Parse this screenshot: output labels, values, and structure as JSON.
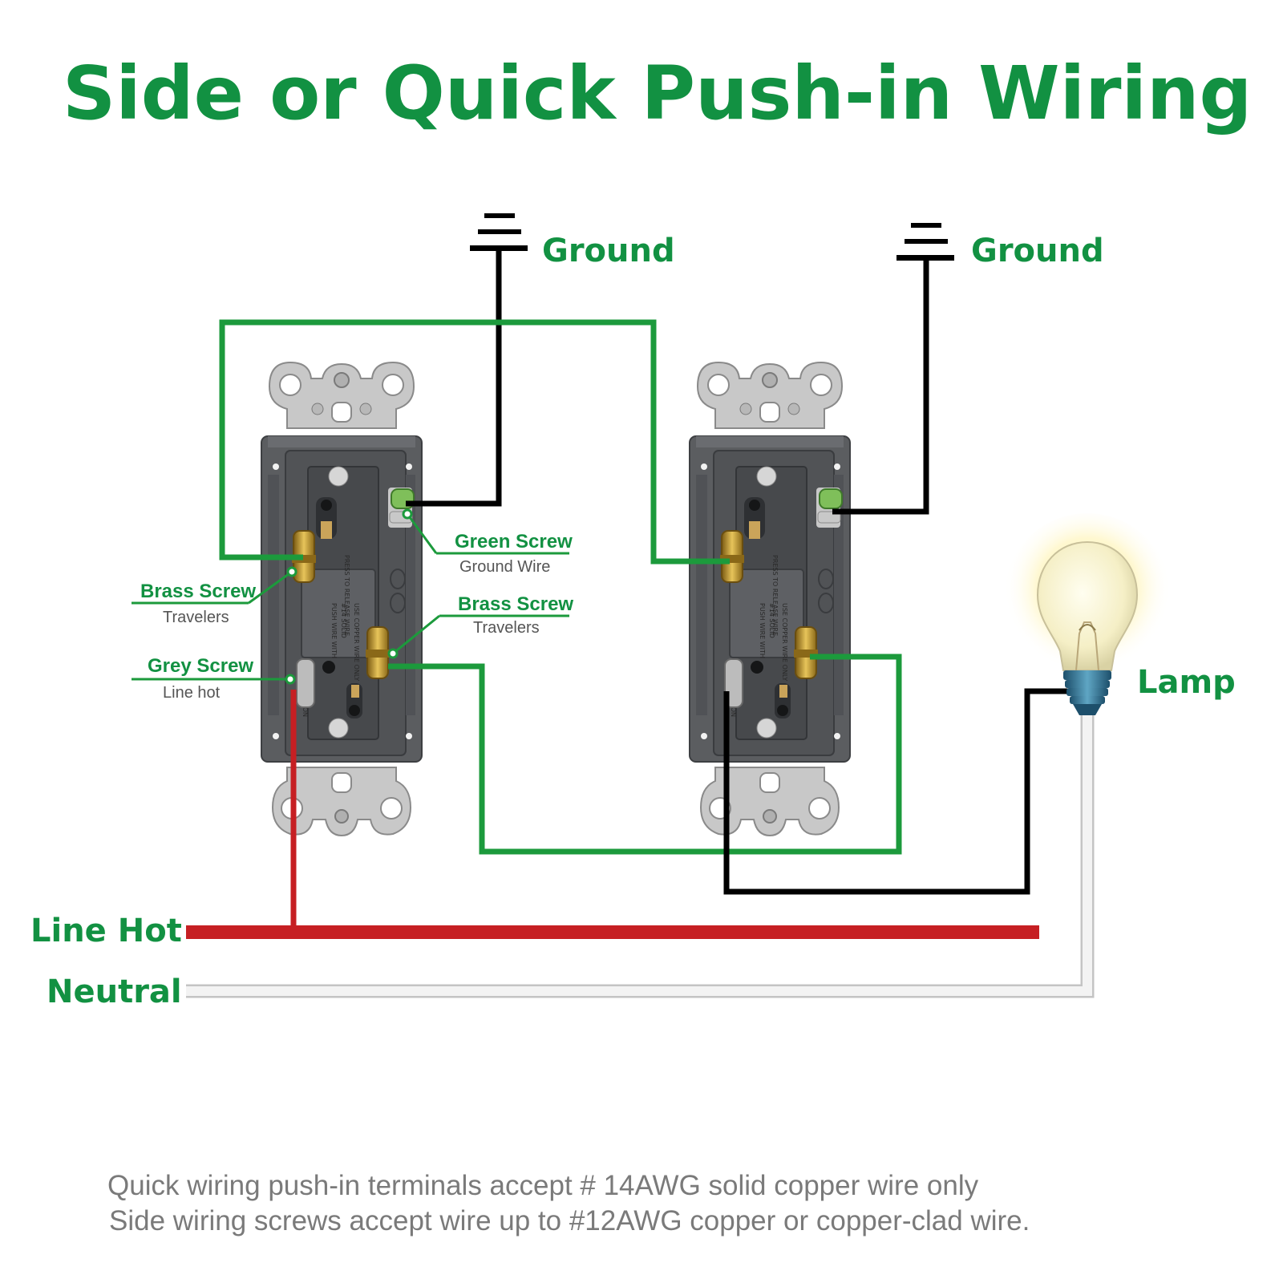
{
  "title": "Side or Quick Push-in Wiring",
  "labels": {
    "ground_left": "Ground",
    "ground_right": "Ground",
    "lamp": "Lamp",
    "line_hot": "Line Hot",
    "neutral": "Neutral"
  },
  "callouts": {
    "green_screw": {
      "title": "Green Screw",
      "sub": "Ground Wire"
    },
    "brass_screw_left": {
      "title": "Brass Screw",
      "sub": "Travelers"
    },
    "brass_screw_right": {
      "title": "Brass Screw",
      "sub": "Travelers"
    },
    "grey_screw": {
      "title": "Grey Screw",
      "sub": "Line hot"
    }
  },
  "notes": [
    "Quick wiring push-in terminals accept # 14AWG solid copper wire only",
    "Side wiring screws accept wire up to #12AWG copper or copper-clad wire."
  ],
  "colors": {
    "title_green": "#129142",
    "traveler_green": "#1c9a3c",
    "ground_black": "#000000",
    "line_hot_red": "#c61f23",
    "neutral_white": "#ececec",
    "switch_body": "#5b5d60",
    "strap_metal": "#c8c8c8",
    "brass": "#c9a13a"
  }
}
